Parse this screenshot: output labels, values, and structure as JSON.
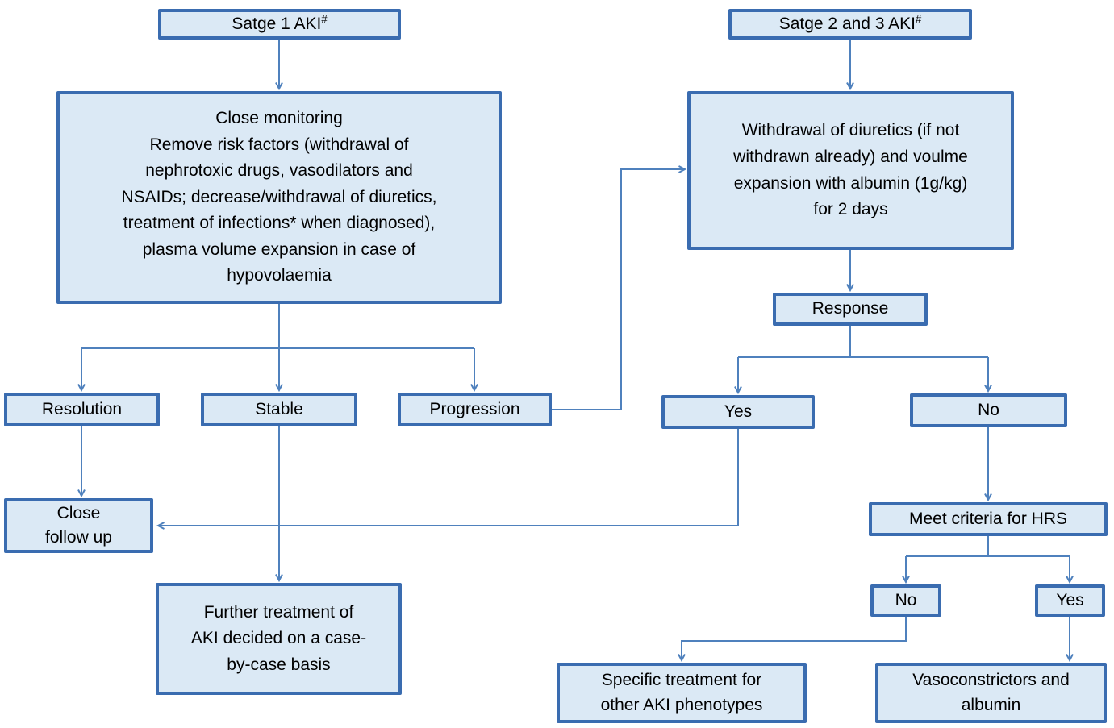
{
  "figure": {
    "title": "AKI management flowchart",
    "type": "flowchart"
  },
  "colors": {
    "node_fill": "#dbe9f5",
    "node_border": "#3a6cb0",
    "connector": "#4f81bd",
    "text": "#000000",
    "background": "#ffffff"
  },
  "nodes": {
    "stage1": {
      "label": "Satge 1 AKI",
      "sup": "#"
    },
    "stage23": {
      "label": "Satge 2 and 3 AKI",
      "sup": "#"
    },
    "monitoring": {
      "label": "Close monitoring\nRemove risk factors (withdrawal of\nnephrotoxic drugs, vasodilators and\nNSAIDs; decrease/withdrawal of diuretics,\ntreatment of infections* when diagnosed),\nplasma volume expansion in case of\nhypovolaemia"
    },
    "withdrawal": {
      "label": "Withdrawal of diuretics (if not\nwithdrawn already) and voulme\nexpansion with albumin (1g/kg)\nfor 2 days"
    },
    "response": {
      "label": "Response"
    },
    "resolution": {
      "label": "Resolution"
    },
    "stable": {
      "label": "Stable"
    },
    "progression": {
      "label": "Progression"
    },
    "yes_response": {
      "label": "Yes"
    },
    "no_response": {
      "label": "No"
    },
    "close_followup": {
      "label": "Close\nfollow up"
    },
    "further_treatment": {
      "label": "Further treatment of\nAKI decided on a case-\nby-case basis"
    },
    "hrs_criteria": {
      "label": "Meet criteria for HRS"
    },
    "hrs_no": {
      "label": "No"
    },
    "hrs_yes": {
      "label": "Yes"
    },
    "specific_treatment": {
      "label": "Specific treatment for\nother AKI phenotypes"
    },
    "vasoconstrictors": {
      "label": "Vasoconstrictors and\nalbumin"
    }
  }
}
